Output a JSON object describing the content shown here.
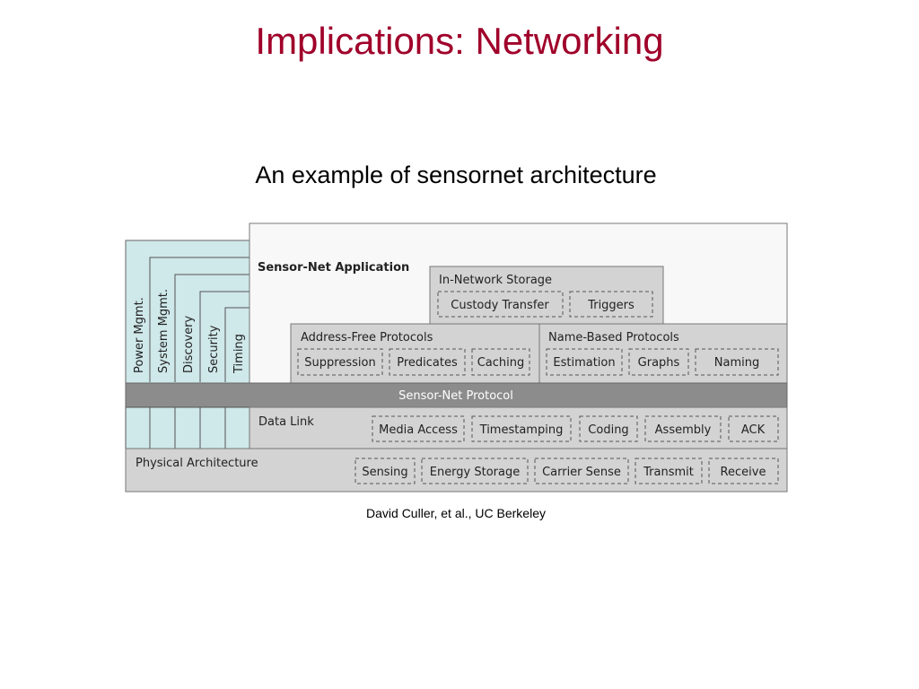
{
  "title": "Implications: Networking",
  "subtitle": "An example of sensornet architecture",
  "credit": "David Culler, et al., UC Berkeley",
  "diagram": {
    "application": {
      "label": "Sensor-Net Application"
    },
    "storage": {
      "label": "In-Network Storage",
      "items": [
        "Custody Transfer",
        "Triggers"
      ]
    },
    "address_free": {
      "label": "Address-Free Protocols",
      "items": [
        "Suppression",
        "Predicates",
        "Caching"
      ]
    },
    "name_based": {
      "label": "Name-Based Protocols",
      "items": [
        "Estimation",
        "Graphs",
        "Naming"
      ]
    },
    "protocol": {
      "label": "Sensor-Net Protocol"
    },
    "data_link": {
      "label": "Data Link",
      "items": [
        "Media Access",
        "Timestamping",
        "Coding",
        "Assembly",
        "ACK"
      ]
    },
    "physical": {
      "label": "Physical Architecture",
      "items": [
        "Sensing",
        "Energy Storage",
        "Carrier Sense",
        "Transmit",
        "Receive"
      ]
    },
    "management": [
      "Power Mgmt.",
      "System Mgmt.",
      "Discovery",
      "Security",
      "Timing"
    ],
    "colors": {
      "management_fill": "#cfe8ea",
      "layer_fill": "#d3d3d3",
      "protocol_fill": "#8c8c8c",
      "application_fill": "#f8f8f8",
      "title": "#a0002a"
    }
  }
}
